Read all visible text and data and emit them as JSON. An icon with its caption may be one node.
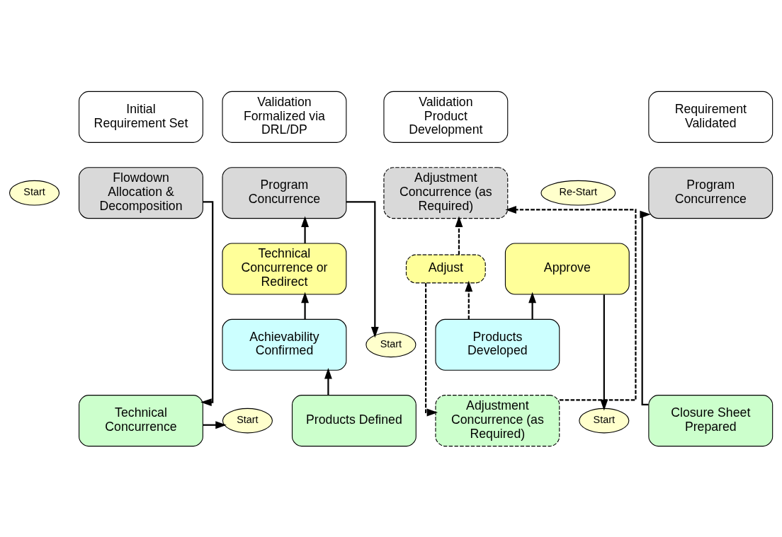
{
  "diagram": {
    "nodes": [
      {
        "text": [
          "Initial Requirement Set"
        ]
      },
      {
        "text": [
          "Validation Formalized via DRL/DP"
        ]
      },
      {
        "text": [
          "Validation Product Development"
        ]
      },
      {
        "text": [
          "Requirement Validated"
        ]
      },
      {
        "text": [
          "Start"
        ]
      },
      {
        "text": [
          "Flowdown Allocation & Decomposition"
        ]
      },
      {
        "text": [
          "Program Concurrence"
        ]
      },
      {
        "text": [
          "Adjustment Concurrence (as Required)"
        ]
      },
      {
        "text": [
          "Re-Start"
        ]
      },
      {
        "text": [
          "Program Concurrence"
        ]
      },
      {
        "text": [
          "Technical Concurrence or Redirect"
        ]
      },
      {
        "text": [
          "Approve"
        ]
      },
      {
        "text": [
          "Adjust"
        ]
      },
      {
        "text": [
          "Achievability Confirmed"
        ]
      },
      {
        "text": [
          "Start"
        ]
      },
      {
        "text": [
          "Products Developed"
        ]
      },
      {
        "text": [
          "Technical Concurrence"
        ]
      },
      {
        "text": [
          "Start"
        ]
      },
      {
        "text": [
          "Products Defined"
        ]
      },
      {
        "text": [
          "Adjustment Concurrence (as Required)"
        ]
      },
      {
        "text": [
          "Start"
        ]
      },
      {
        "text": [
          "Closure Sheet Prepared"
        ]
      }
    ],
    "edges": [
      {
        "from": 5,
        "to": 16,
        "arrow": "to"
      },
      {
        "from": 16,
        "to": 20,
        "arrow": "to"
      },
      {
        "from": 18,
        "to": 13,
        "arrow": "to"
      },
      {
        "from": 13,
        "to": 10,
        "arrow": "to"
      },
      {
        "from": 10,
        "to": 6,
        "arrow": "to"
      },
      {
        "from": 6,
        "to": 14,
        "arrow": "to"
      },
      {
        "from": 15,
        "to": 11,
        "arrow": "to"
      },
      {
        "from": 15,
        "to": 12,
        "arrow": "to",
        "style": "dashed"
      },
      {
        "from": 12,
        "to": 7,
        "arrow": "to",
        "style": "dashed"
      },
      {
        "from": 12,
        "to": 19,
        "arrow": "to",
        "style": "dashed"
      },
      {
        "from": 19,
        "to": 7,
        "arrow": "to",
        "style": "dashed"
      },
      {
        "from": 11,
        "to": 17,
        "arrow": "to"
      },
      {
        "from": 21,
        "to": 9,
        "arrow": "to"
      }
    ]
  }
}
